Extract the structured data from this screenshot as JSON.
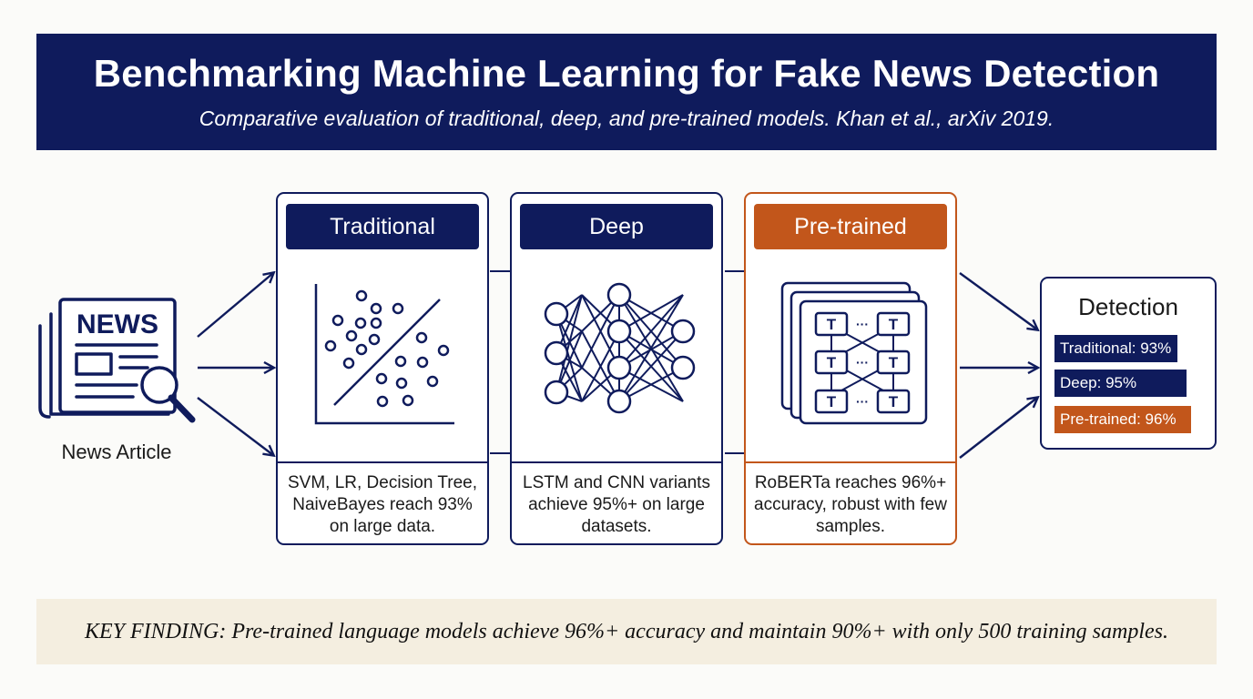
{
  "header": {
    "title": "Benchmarking Machine Learning for Fake News Detection",
    "subtitle": "Comparative evaluation of traditional, deep, and pre-trained models. Khan et al., arXiv 2019."
  },
  "input": {
    "newspaper_text": "NEWS",
    "caption": "News Article"
  },
  "panels": [
    {
      "label": "Traditional",
      "desc": "SVM, LR, Decision Tree, NaiveBayes reach 93% on large data."
    },
    {
      "label": "Deep",
      "desc": "LSTM and CNN variants achieve 95%+ on large datasets."
    },
    {
      "label": "Pre-trained",
      "desc": "RoBERTa reaches 96%+ accuracy, robust with few samples."
    }
  ],
  "transformer_glyph": {
    "token": "T",
    "ellipsis": "···"
  },
  "detection": {
    "title": "Detection",
    "results": [
      {
        "label": "Traditional: 93%",
        "accuracy": 93
      },
      {
        "label": "Deep: 95%",
        "accuracy": 95
      },
      {
        "label": "Pre-trained: 96%",
        "accuracy": 96
      }
    ]
  },
  "key_finding": "KEY FINDING: Pre-trained language models achieve 96%+ accuracy and maintain 90%+ with only 500 training samples.",
  "colors": {
    "navy": "#0f1b5c",
    "orange": "#c2561b",
    "finding_bg": "#f4eee0"
  }
}
